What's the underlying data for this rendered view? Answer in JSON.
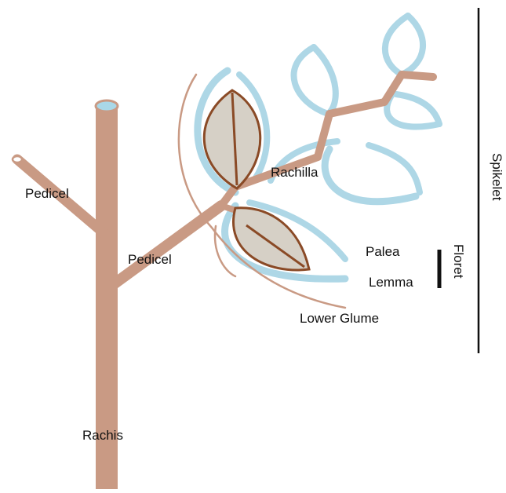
{
  "labels": {
    "pedicel_left": "Pedicel",
    "pedicel_main": "Pedicel",
    "rachilla": "Rachilla",
    "palea": "Palea",
    "lemma": "Lemma",
    "lower_glume": "Lower Glume",
    "rachis": "Rachis",
    "floret": "Floret",
    "spikelet": "Spikelet"
  },
  "colors": {
    "stem": "#c99a84",
    "stem_cap": "#a9d8e8",
    "glume_blue": "#aed7e6",
    "grain_fill": "#d6d0c6",
    "grain_outline": "#8a4a26",
    "thin_line": "#c99a84",
    "bracket": "#111111"
  }
}
